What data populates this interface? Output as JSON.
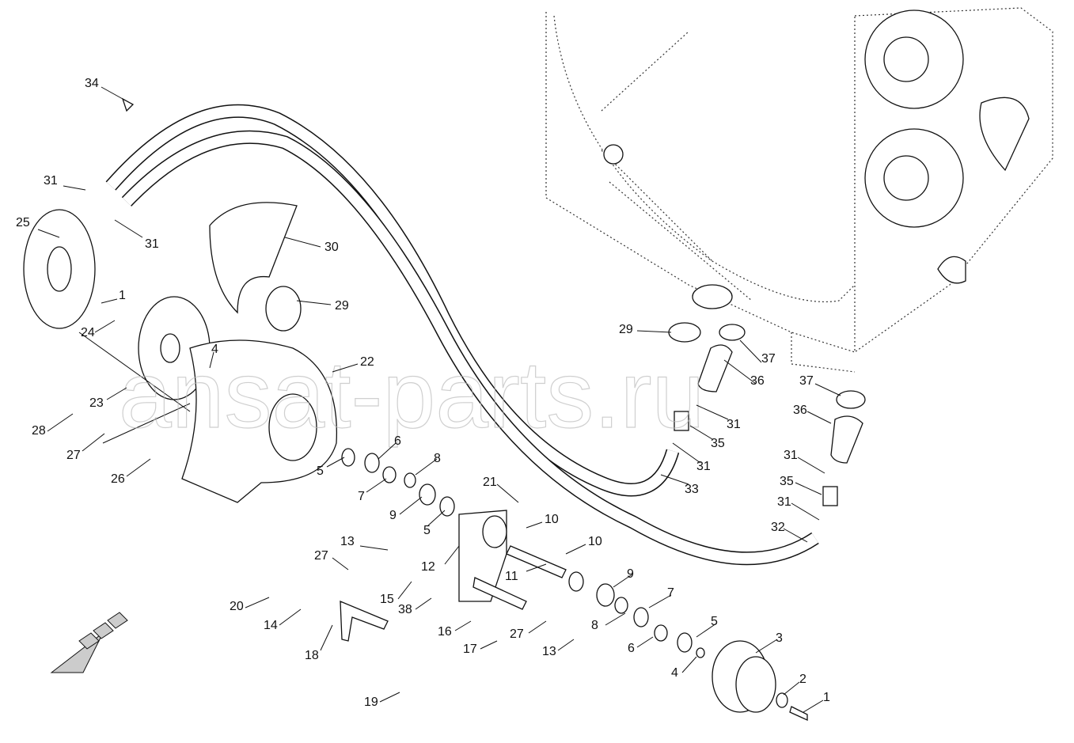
{
  "diagram": {
    "title": "Fan drive assembly exploded parts view",
    "watermark": "ansat-parts.ru",
    "callouts": [
      "34",
      "31",
      "31",
      "25",
      "30",
      "29",
      "1",
      "24",
      "4",
      "22",
      "23",
      "28",
      "27",
      "26",
      "5",
      "6",
      "8",
      "7",
      "9",
      "5",
      "21",
      "10",
      "10",
      "11",
      "12",
      "13",
      "27",
      "15",
      "38",
      "20",
      "14",
      "18",
      "19",
      "16",
      "17",
      "27",
      "13",
      "9",
      "8",
      "7",
      "6",
      "5",
      "4",
      "3",
      "2",
      "1",
      "29",
      "37",
      "36",
      "31",
      "35",
      "31",
      "33",
      "37",
      "36",
      "31",
      "35",
      "31",
      "32"
    ]
  }
}
